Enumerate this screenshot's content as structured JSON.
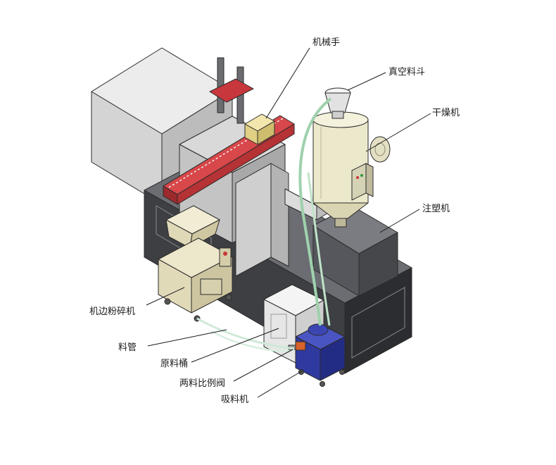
{
  "labels": {
    "robot_arm": "机械手",
    "vacuum_hopper": "真空料斗",
    "dryer": "干燥机",
    "injection_machine": "注塑机",
    "crusher": "机边粉碎机",
    "material_pipe": "料管",
    "raw_material_bin": "原料桶",
    "proportional_valve": "两料比例阀",
    "suction_machine": "吸料机"
  },
  "colors": {
    "machine_light": "#e4e4e4",
    "machine_mid": "#bdbdbd",
    "machine_dark": "#4a4c50",
    "machine_darker": "#2f3033",
    "robot_red": "#c8373b",
    "robot_gold": "#e9dc9a",
    "crusher_beige": "#e8e2c6",
    "dryer_cream": "#ece8cc",
    "suction_blue": "#2f3aa0",
    "pipe_green": "#bfe3c9",
    "valve_orange": "#d7622b"
  }
}
